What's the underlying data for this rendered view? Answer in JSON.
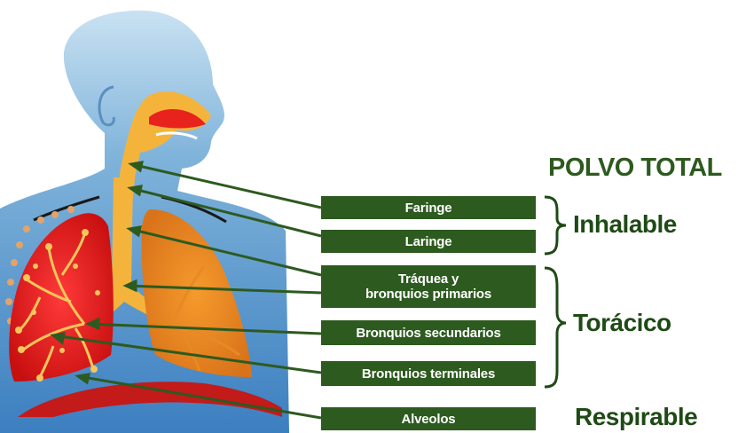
{
  "header": {
    "title": "POLVO TOTAL"
  },
  "labels": {
    "faringe": "Faringe",
    "laringe": "Laringe",
    "traquea_line1": "Tráquea y",
    "traquea_line2": "bronquios primarios",
    "bronquios_secundarios": "Bronquios secundarios",
    "bronquios_terminales": "Bronquios terminales",
    "alveolos": "Alveolos"
  },
  "categories": {
    "inhalable": "Inhalable",
    "toracico": "Torácico",
    "respirable": "Respirable"
  },
  "colors": {
    "label_bg": "#2d5a1f",
    "category_text": "#1e4a15",
    "skin_blue": "#6ea4cf",
    "lung_left": "#e01c1c",
    "lung_right": "#ef8a1c",
    "airway": "#f4b43c"
  }
}
